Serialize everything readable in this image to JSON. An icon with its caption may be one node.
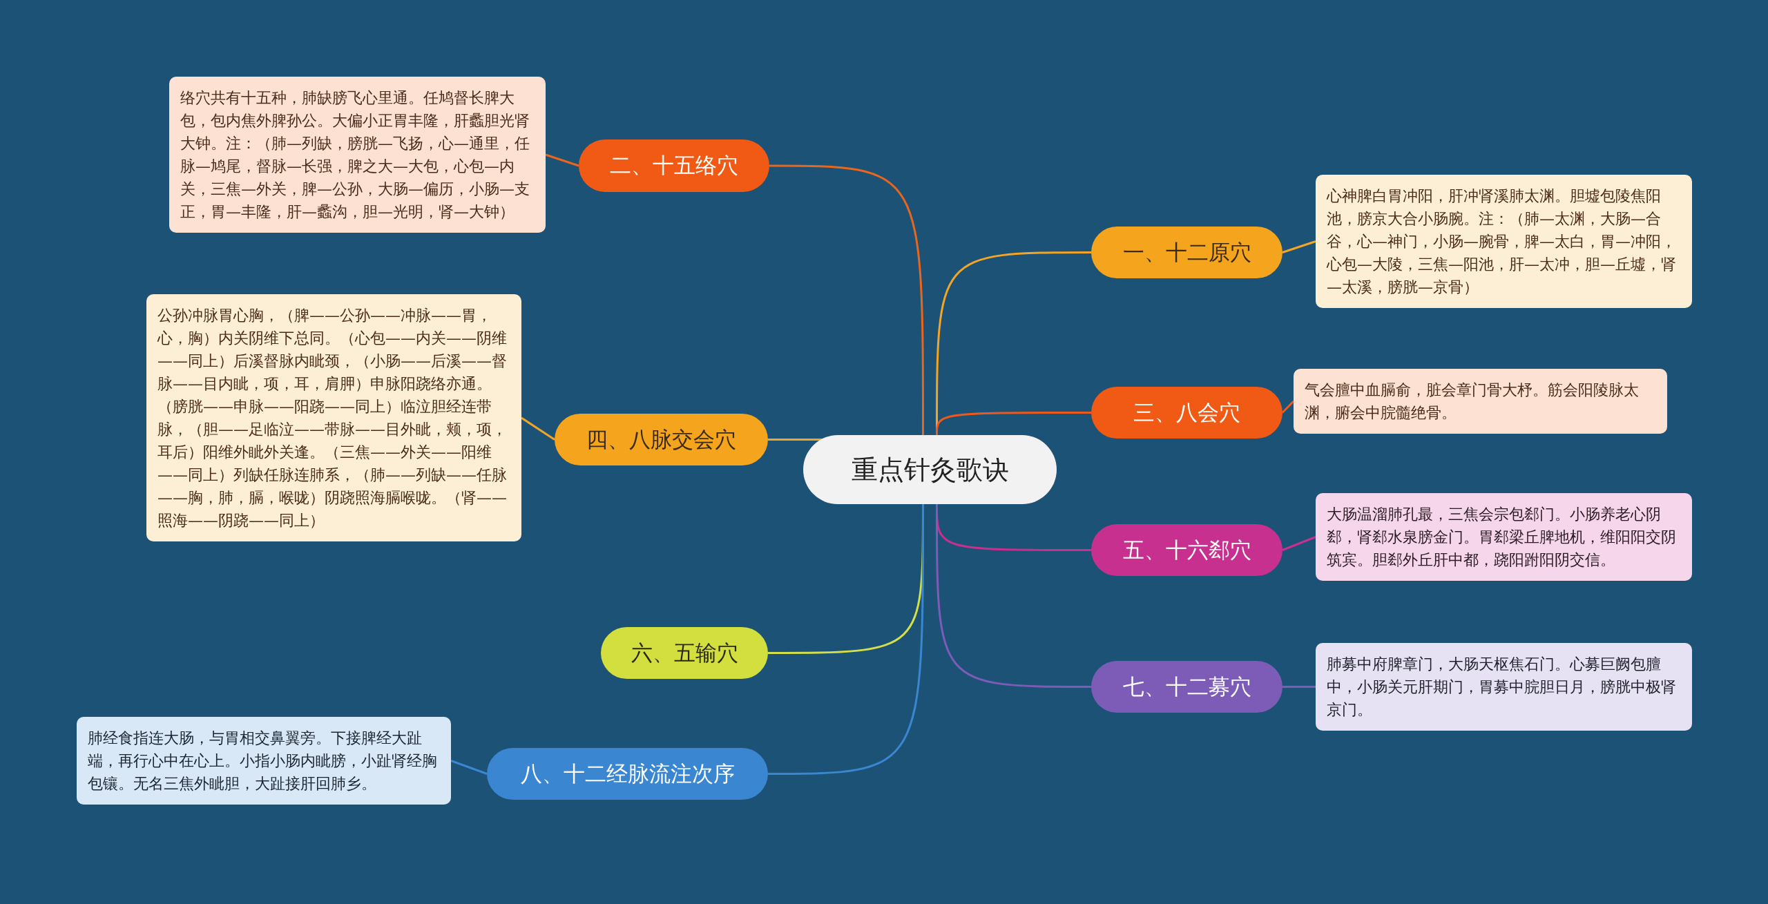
{
  "diagram": {
    "nodes": [
      {
        "text": [
          "重点针灸歌诀"
        ]
      },
      {
        "text": [
          "二、十五络穴"
        ]
      },
      {
        "text": [
          "络穴共有十五种，肺缺膀飞心里通。任鸠督长脾大包，包内焦外脾孙公。大偏小正胃丰隆，肝蠡胆光肾大钟。注：（肺—列缺，膀胱—飞扬，心—通里，任脉—鸠尾，督脉—长强，脾之大—大包，心包—内关，三焦—外关，脾—公孙，大肠—偏历，小肠—支正，胃—丰隆，肝—蠡沟，胆—光明，肾—大钟）"
        ]
      },
      {
        "text": [
          "一、十二原穴"
        ]
      },
      {
        "text": [
          "心神脾白胃冲阳，肝冲肾溪肺太渊。胆墟包陵焦阳池，膀京大合小肠腕。注：（肺—太渊，大肠—合谷，心—神门，小肠—腕骨，脾—太白，胃—冲阳，心包—大陵，三焦—阳池，肝—太冲，胆—丘墟，肾—太溪，膀胱—京骨）"
        ]
      },
      {
        "text": [
          "三、八会穴"
        ]
      },
      {
        "text": [
          "气会膻中血膈俞，脏会章门骨大杼。筋会阳陵脉太渊，腑会中脘髓绝骨。"
        ]
      },
      {
        "text": [
          "四、八脉交会穴"
        ]
      },
      {
        "text": [
          "公孙冲脉胃心胸，（脾——公孙——冲脉——胃，心，胸）内关阴维下总同。（心包——内关——阴维——同上）后溪督脉内眦颈，（小肠——后溪——督脉——目内眦，项，耳，肩胛）申脉阳跷络亦通。（膀胱——申脉——阳跷——同上）临泣胆经连带脉，（胆——足临泣——带脉——目外眦，颊，项，耳后）阳维外眦外关逢。（三焦——外关——阳维——同上）列缺任脉连肺系，（肺——列缺——任脉——胸，肺，膈，喉咙）阴跷照海膈喉咙。（肾——照海——阴跷——同上）"
        ]
      },
      {
        "text": [
          "五、十六郄穴"
        ]
      },
      {
        "text": [
          "大肠温溜肺孔最，三焦会宗包郄门。小肠养老心阴郄，肾郄水泉膀金门。胃郄梁丘脾地机，维阳阳交阴筑宾。胆郄外丘肝中都，跷阳跗阳阴交信。"
        ]
      },
      {
        "text": [
          "六、五输穴"
        ]
      },
      {
        "text": [
          "七、十二募穴"
        ]
      },
      {
        "text": [
          "肺募中府脾章门，大肠天枢焦石门。心募巨阙包膻中，小肠关元肝期门，胃募中脘胆日月，膀胱中极肾京门。"
        ]
      },
      {
        "text": [
          "八、十二经脉流注次序"
        ]
      },
      {
        "text": [
          "肺经食指连大肠，与胃相交鼻翼旁。下接脾经大趾端，再行心中在心上。小指小肠内眦膀，小趾肾经胸包镶。无名三焦外眦胆，大趾接肝回肺乡。"
        ]
      }
    ],
    "edges": [
      {
        "from": 0,
        "to": 1,
        "arrow": "none",
        "color": "#e8661e"
      },
      {
        "from": 1,
        "to": 2,
        "arrow": "none",
        "color": "#e8661e"
      },
      {
        "from": 0,
        "to": 3,
        "arrow": "none",
        "color": "#f2a526"
      },
      {
        "from": 3,
        "to": 4,
        "arrow": "none",
        "color": "#f2a526"
      },
      {
        "from": 0,
        "to": 5,
        "arrow": "none",
        "color": "#ee5a1e"
      },
      {
        "from": 5,
        "to": 6,
        "arrow": "none",
        "color": "#ee5a1e"
      },
      {
        "from": 0,
        "to": 7,
        "arrow": "none",
        "color": "#f2a526"
      },
      {
        "from": 7,
        "to": 8,
        "arrow": "none",
        "color": "#f2a526"
      },
      {
        "from": 0,
        "to": 9,
        "arrow": "none",
        "color": "#c8308f"
      },
      {
        "from": 9,
        "to": 10,
        "arrow": "none",
        "color": "#c8308f"
      },
      {
        "from": 0,
        "to": 11,
        "arrow": "none",
        "color": "#d4e04a"
      },
      {
        "from": 0,
        "to": 12,
        "arrow": "none",
        "color": "#7d5cb8"
      },
      {
        "from": 12,
        "to": 13,
        "arrow": "none",
        "color": "#7d5cb8"
      },
      {
        "from": 0,
        "to": 14,
        "arrow": "none",
        "color": "#3a86d0"
      },
      {
        "from": 14,
        "to": 15,
        "arrow": "none",
        "color": "#3a86d0"
      }
    ]
  }
}
